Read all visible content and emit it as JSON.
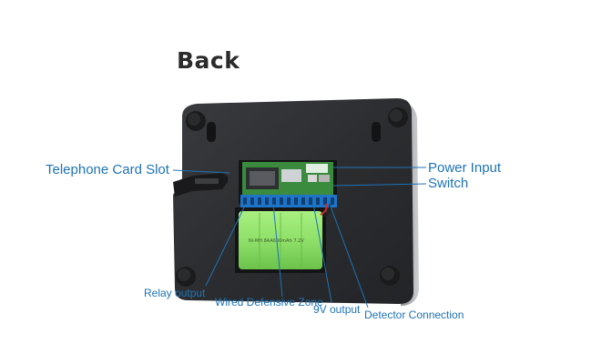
{
  "title": "Back",
  "labels": {
    "telephone_card_slot": "Telephone Card Slot",
    "power_input": "Power Input",
    "switch": "Switch",
    "relay_output": "Relay output",
    "wired_defensive_zone": "Wired Defensive Zone",
    "nine_v_output": "9V output",
    "detector_connection": "Detector Connection"
  },
  "battery_text": "Ni-MH 8AA600mAh 7.2V",
  "colors": {
    "label": "#1e73b6",
    "panel": "#2e2f31",
    "battery": "#8fe06a",
    "terminal": "#1f74c8",
    "pcb": "#3a8b3e"
  }
}
